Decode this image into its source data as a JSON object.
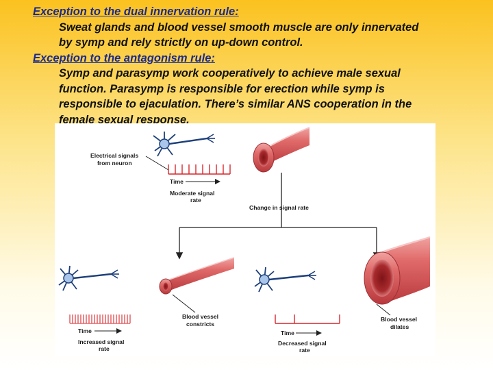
{
  "rule1": {
    "heading": "Exception to the dual innervation rule:",
    "line1": "Sweat glands and blood vessel smooth muscle are only innervated",
    "line2": "by symp and rely strictly on up-down control."
  },
  "rule2": {
    "heading": "Exception to the antagonism rule:",
    "line1": "Symp and parasymp work cooperatively to achieve male sexual",
    "line2": "function.  Parasymp is responsible for erection while symp is",
    "line3": "responsible to ejaculation.  There’s similar ANS cooperation in the",
    "line4": "female sexual response."
  },
  "figure": {
    "electrical_1": "Electrical signals",
    "electrical_2": "from neuron",
    "time_top": "Time",
    "moderate_1": "Moderate signal",
    "moderate_2": "rate",
    "change": "Change in signal rate",
    "constricts_1": "Blood vessel",
    "constricts_2": "constricts",
    "dilates_1": "Blood vessel",
    "dilates_2": "dilates",
    "time_left": "Time",
    "increased_1": "Increased signal",
    "increased_2": "rate",
    "time_right": "Time",
    "decreased_1": "Decreased signal",
    "decreased_2": "rate",
    "colors": {
      "signal": "#d8262b",
      "vessel": "#d9595a",
      "neuron": "#1d3f7a"
    }
  }
}
